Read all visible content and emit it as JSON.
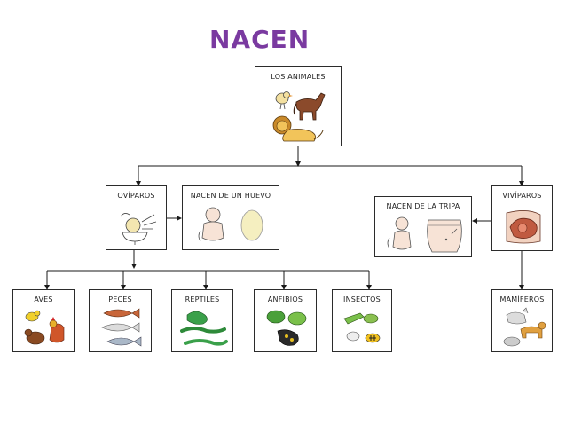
{
  "title": "NACEN",
  "nodes": {
    "root": "LOS ANIMALES",
    "oviparos": "OVÍPAROS",
    "huevo": "NACEN DE UN HUEVO",
    "tripa": "NACEN DE LA TRIPA",
    "viviparos": "VIVÍPAROS",
    "aves": "AVES",
    "peces": "PECES",
    "reptiles": "REPTILES",
    "anfibios": "ANFIBIOS",
    "insectos": "INSECTOS",
    "mamiferos": "MAMÍFEROS"
  },
  "icons": {
    "root": [
      "bird-icon",
      "horse-icon",
      "lion-icon"
    ],
    "oviparos": [
      "hatching-chick-icon"
    ],
    "huevo": [
      "baby-icon",
      "egg-icon"
    ],
    "tripa": [
      "baby-icon",
      "belly-icon"
    ],
    "viviparos": [
      "womb-icon"
    ],
    "aves": [
      "birds-icon"
    ],
    "peces": [
      "fish-icon"
    ],
    "reptiles": [
      "lizards-icon"
    ],
    "anfibios": [
      "frogs-icon"
    ],
    "insectos": [
      "insects-icon"
    ],
    "mamiferos": [
      "cat-dog-icon"
    ]
  },
  "colors": {
    "title": "#7a3aa0",
    "border": "#2b2b2b",
    "line": "#1a1a1a"
  }
}
